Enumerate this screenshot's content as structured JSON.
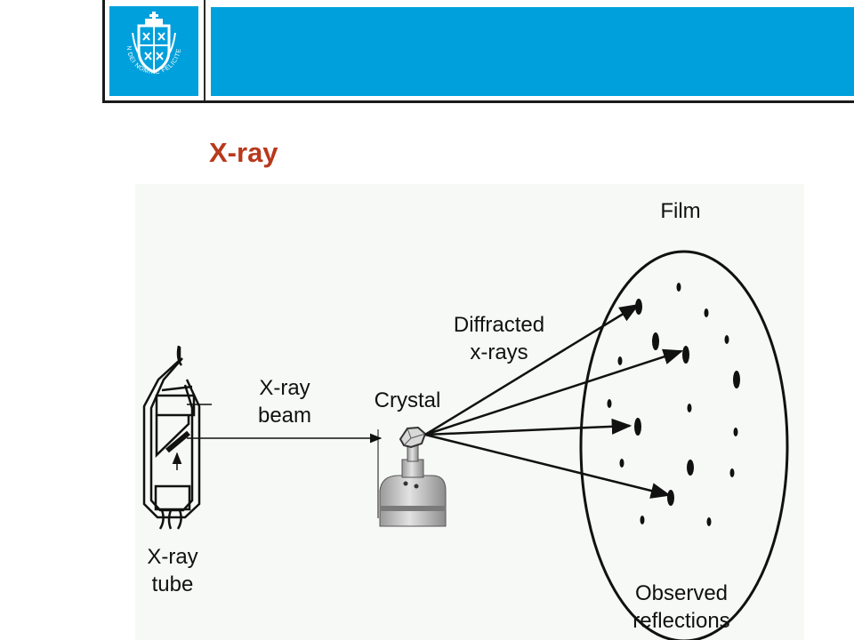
{
  "title": "X-ray",
  "logo": {
    "motto": "IN DEI NOMINE FELICITER"
  },
  "diagram": {
    "labels": {
      "film": "Film",
      "diffracted_line1": "Diffracted",
      "diffracted_line2": "x-rays",
      "beam_line1": "X-ray",
      "beam_line2": "beam",
      "crystal": "Crystal",
      "tube_line1": "X-ray",
      "tube_line2": "tube",
      "observed_line1": "Observed",
      "observed_line2": "reflections"
    }
  },
  "colors": {
    "header_blue": "#00a0dc",
    "title_red": "#b8391c",
    "panel_bg": "#f6f9f5"
  }
}
